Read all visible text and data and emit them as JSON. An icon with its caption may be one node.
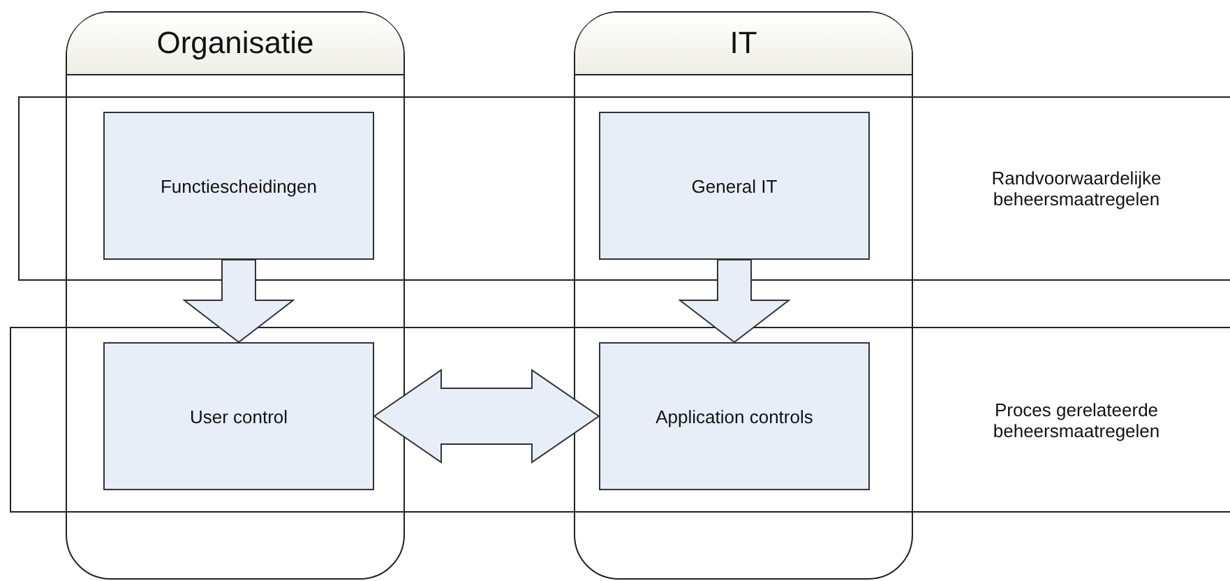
{
  "diagram": {
    "nodes": [
      {
        "text": [
          "Organisatie"
        ]
      },
      {
        "text": [
          "IT"
        ]
      },
      {
        "text": [
          "Randvoorwaardelijke beheersmaatregelen"
        ]
      },
      {
        "text": [
          "Proces gerelateerde beheersmaatregelen"
        ]
      },
      {
        "text": [
          "Functiescheidingen"
        ]
      },
      {
        "text": [
          "User control"
        ]
      },
      {
        "text": [
          "General IT"
        ]
      },
      {
        "text": [
          "Application controls"
        ]
      }
    ],
    "edges": [
      {
        "from": 4,
        "to": 5,
        "arrow": "to"
      },
      {
        "from": 6,
        "to": 7,
        "arrow": "to"
      },
      {
        "from": 5,
        "to": 7,
        "arrow": "both"
      }
    ]
  }
}
